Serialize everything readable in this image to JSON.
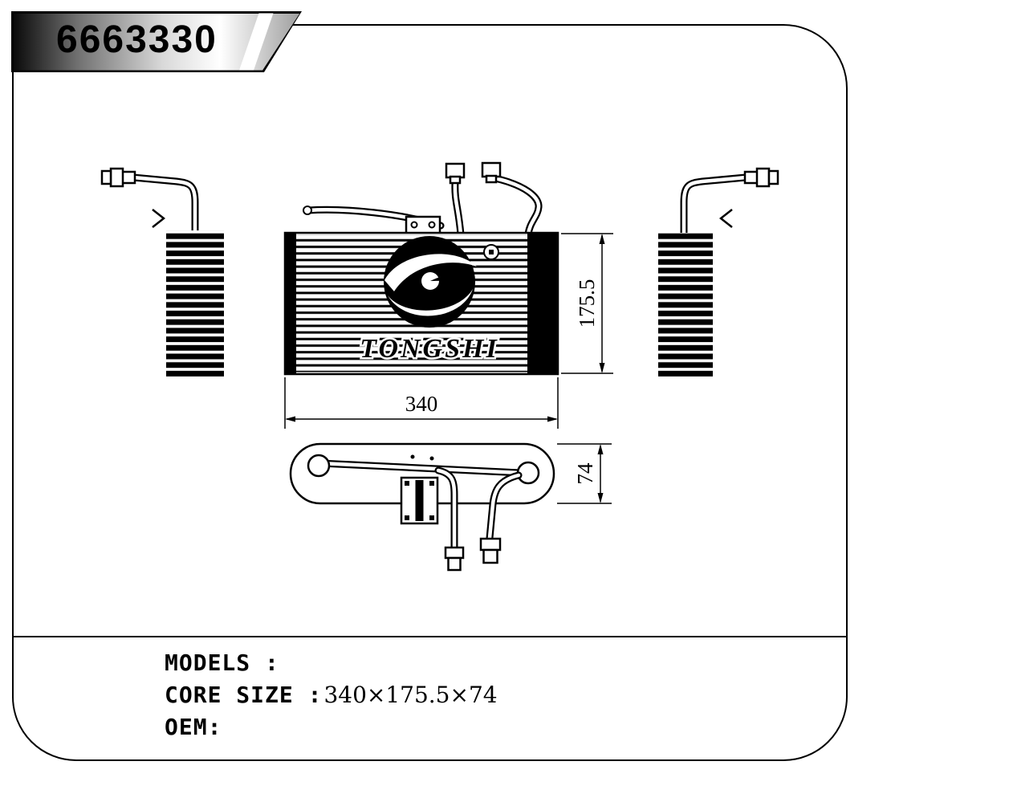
{
  "title_block": {
    "part_number": "6663330"
  },
  "drawing": {
    "dimensions": {
      "core_width": "340",
      "core_height": "175.5",
      "core_depth": "74"
    },
    "logo": {
      "brand": "TONGSHI"
    }
  },
  "info_panel": {
    "models_label": "MODELS :",
    "core_size_label": "CORE SIZE :",
    "core_size_value": "340×175.5×74",
    "oem_label": "OEM:"
  },
  "colors": {
    "line": "#000000",
    "background": "#ffffff"
  }
}
